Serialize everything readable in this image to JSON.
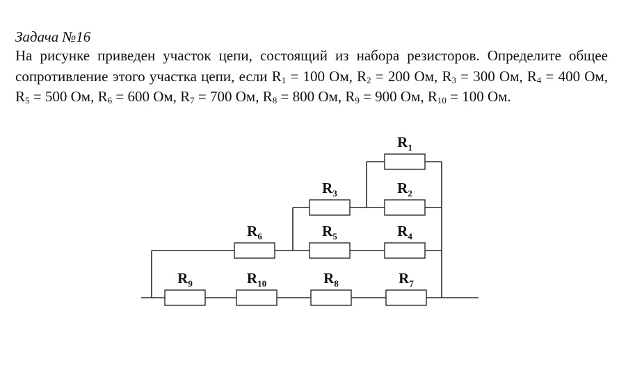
{
  "title": "Задача  №16",
  "problem": {
    "intro": "На рисунке приведен участок цепи, состоящий из набора резисторов. Определите общее сопротивление этого участка цепи, если ",
    "conditions": [
      {
        "symbol": "R",
        "index": "1",
        "value": "100 Ом"
      },
      {
        "symbol": "R",
        "index": "2",
        "value": "200 Ом"
      },
      {
        "symbol": "R",
        "index": "3",
        "value": "300 Ом"
      },
      {
        "symbol": "R",
        "index": "4",
        "value": "400 Ом"
      },
      {
        "symbol": "R",
        "index": "5",
        "value": "500 Ом"
      },
      {
        "symbol": "R",
        "index": "6",
        "value": "600 Ом"
      },
      {
        "symbol": "R",
        "index": "7",
        "value": "700 Ом"
      },
      {
        "symbol": "R",
        "index": "8",
        "value": "800 Ом"
      },
      {
        "symbol": "R",
        "index": "9",
        "value": "900 Ом"
      },
      {
        "symbol": "R",
        "index": "10",
        "value": "100 Ом"
      }
    ]
  },
  "circuit": {
    "resistors": [
      {
        "id": "r1",
        "symbol": "R",
        "index": "1"
      },
      {
        "id": "r2",
        "symbol": "R",
        "index": "2"
      },
      {
        "id": "r3",
        "symbol": "R",
        "index": "3"
      },
      {
        "id": "r4",
        "symbol": "R",
        "index": "4"
      },
      {
        "id": "r5",
        "symbol": "R",
        "index": "5"
      },
      {
        "id": "r6",
        "symbol": "R",
        "index": "6"
      },
      {
        "id": "r7",
        "symbol": "R",
        "index": "7"
      },
      {
        "id": "r8",
        "symbol": "R",
        "index": "8"
      },
      {
        "id": "r9",
        "symbol": "R",
        "index": "9"
      },
      {
        "id": "r10",
        "symbol": "R",
        "index": "10"
      }
    ]
  }
}
